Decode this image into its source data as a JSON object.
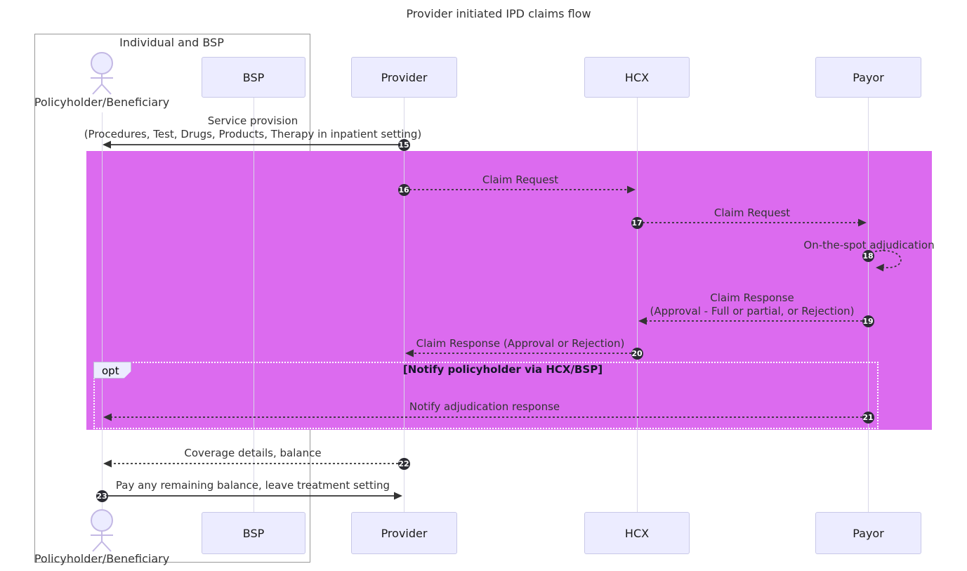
{
  "title": "Provider initiated IPD claims flow",
  "group": {
    "label": "Individual and BSP"
  },
  "actor": {
    "label": "Policyholder/Beneficiary"
  },
  "participants": [
    {
      "label": "BSP"
    },
    {
      "label": "Provider"
    },
    {
      "label": "HCX"
    },
    {
      "label": "Payor"
    }
  ],
  "fragment": {
    "operator": "opt",
    "condition": "[Notify policyholder via HCX/BSP]"
  },
  "messages": [
    {
      "seq": "15",
      "line1": "Service provision",
      "line2": "(Procedures, Test, Drugs, Products, Therapy in inpatient setting)",
      "from": "Provider",
      "to": "Policyholder/Beneficiary",
      "style": "solid"
    },
    {
      "seq": "16",
      "line1": "Claim Request",
      "from": "Provider",
      "to": "HCX",
      "style": "dotted"
    },
    {
      "seq": "17",
      "line1": "Claim Request",
      "from": "HCX",
      "to": "Payor",
      "style": "dotted"
    },
    {
      "seq": "18",
      "line1": "On-the-spot adjudication",
      "from": "Payor",
      "to": "Payor",
      "style": "dotted-self-loop"
    },
    {
      "seq": "19",
      "line1": "Claim Response",
      "line2": "(Approval - Full or partial, or Rejection)",
      "from": "Payor",
      "to": "HCX",
      "style": "dotted"
    },
    {
      "seq": "20",
      "line1": "Claim Response (Approval or Rejection)",
      "from": "HCX",
      "to": "Provider",
      "style": "dotted"
    },
    {
      "seq": "21",
      "line1": "Notify adjudication response",
      "from": "Payor",
      "to": "Policyholder/Beneficiary",
      "style": "dotted"
    },
    {
      "seq": "22",
      "line1": "Coverage details, balance",
      "from": "Provider",
      "to": "Policyholder/Beneficiary",
      "style": "dotted"
    },
    {
      "seq": "23",
      "line1": "Pay any remaining balance, leave treatment setting",
      "from": "Policyholder/Beneficiary",
      "to": "Provider",
      "style": "solid"
    }
  ],
  "colors": {
    "highlight_rect": "#dc6bef",
    "participant_fill": "#ececff",
    "participant_border": "#c8c8e8",
    "lifeline": "#d9d7e8",
    "arrow": "#333333",
    "badge_bg": "#2b2b33",
    "badge_text": "#ffffff",
    "text": "#333333",
    "group_border": "#999999",
    "fragment_border": "#ffffff",
    "actor_fill": "#ececff",
    "actor_stroke": "#c3b8e4"
  }
}
